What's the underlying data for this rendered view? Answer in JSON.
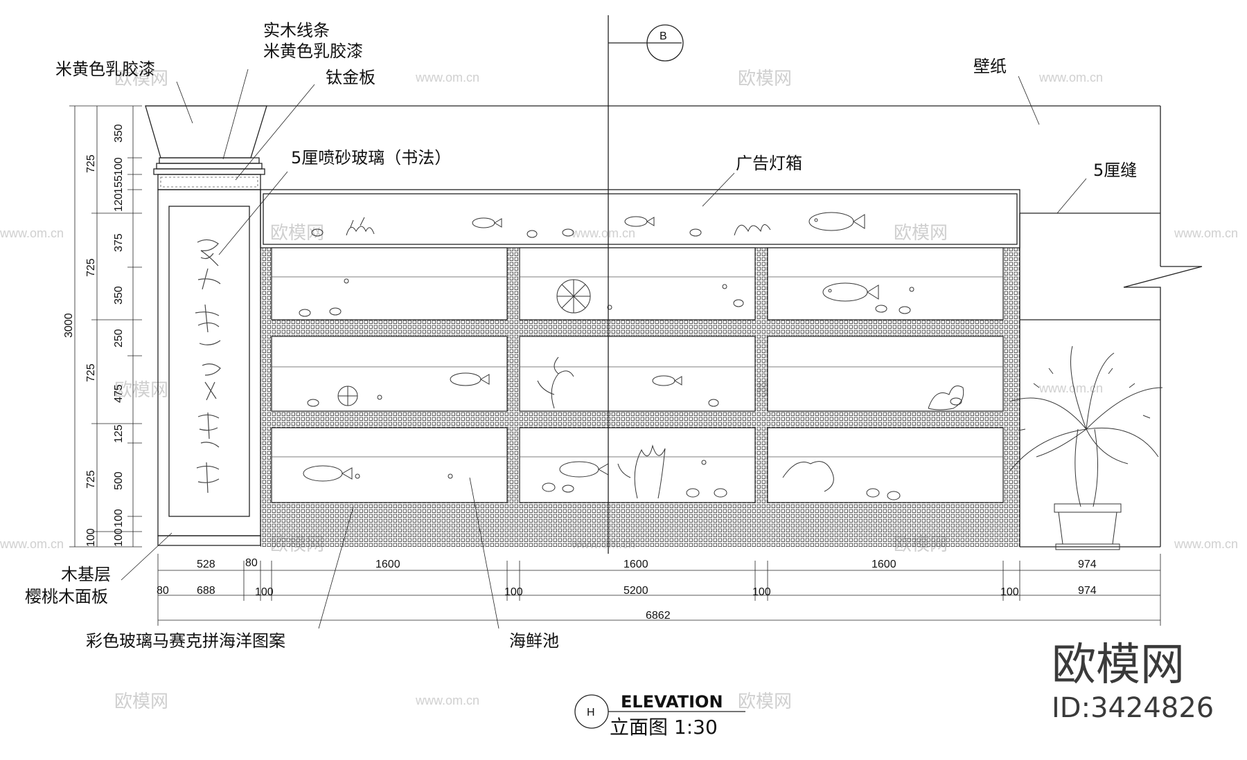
{
  "labels": {
    "beige_latex_left": "米黄色乳胶漆",
    "solid_wood_moulding": "实木线条",
    "beige_latex_top": "米黄色乳胶漆",
    "titanium_panel": "钛金板",
    "sandblast_glass": "5厘喷砂玻璃（书法）",
    "ad_lightbox": "广告灯箱",
    "wallpaper": "壁纸",
    "gap_5mm": "5厘缝",
    "wood_base_line1": "木基层",
    "wood_base_line2": "樱桃木面板",
    "mosaic": "彩色玻璃马赛克拼海洋图案",
    "seafood_tank": "海鲜池"
  },
  "section_marker": "B",
  "title": {
    "marker": "H",
    "english": "ELEVATION",
    "chinese": "立面图 1:30"
  },
  "brand": {
    "name": "欧模网",
    "id": "ID:3424826",
    "watermark_text": "欧模网",
    "watermark_url": "www.om.cn"
  },
  "dims_vertical_outer": [
    "3000"
  ],
  "dims_vertical_mid": [
    "725",
    "725",
    "725",
    "725",
    "100"
  ],
  "dims_vertical_inner": [
    "350",
    "100",
    "155",
    "120",
    "375",
    "350",
    "250",
    "475",
    "125",
    "500",
    "100",
    "100"
  ],
  "dims_horizontal_row1": [
    "528",
    "80",
    "1600",
    "1600",
    "1600",
    "974"
  ],
  "dims_horizontal_row2": [
    "80",
    "688",
    "100",
    "100",
    "5200",
    "100",
    "100",
    "974"
  ],
  "dims_horizontal_total": "6862"
}
